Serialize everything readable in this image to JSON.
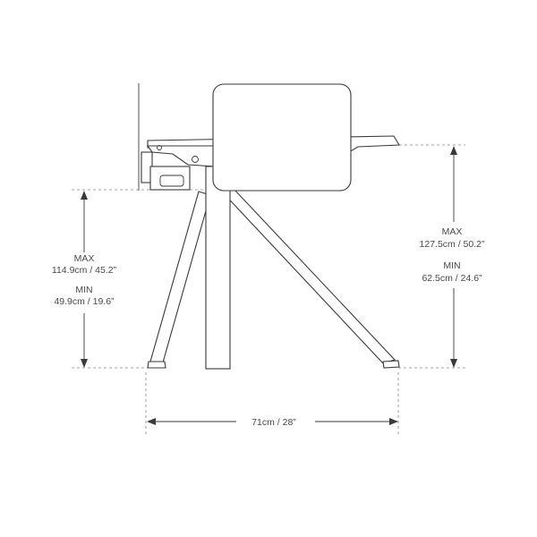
{
  "left_dimension": {
    "max_label": "MAX",
    "max_value": "114.9cm / 45.2”",
    "min_label": "MIN",
    "min_value": "49.9cm / 19.6”"
  },
  "right_dimension": {
    "max_label": "MAX",
    "max_value": "127.5cm / 50.2”",
    "min_label": "MIN",
    "min_value": "62.5cm / 24.6”"
  },
  "width_dimension": {
    "value": "71cm / 28”"
  }
}
